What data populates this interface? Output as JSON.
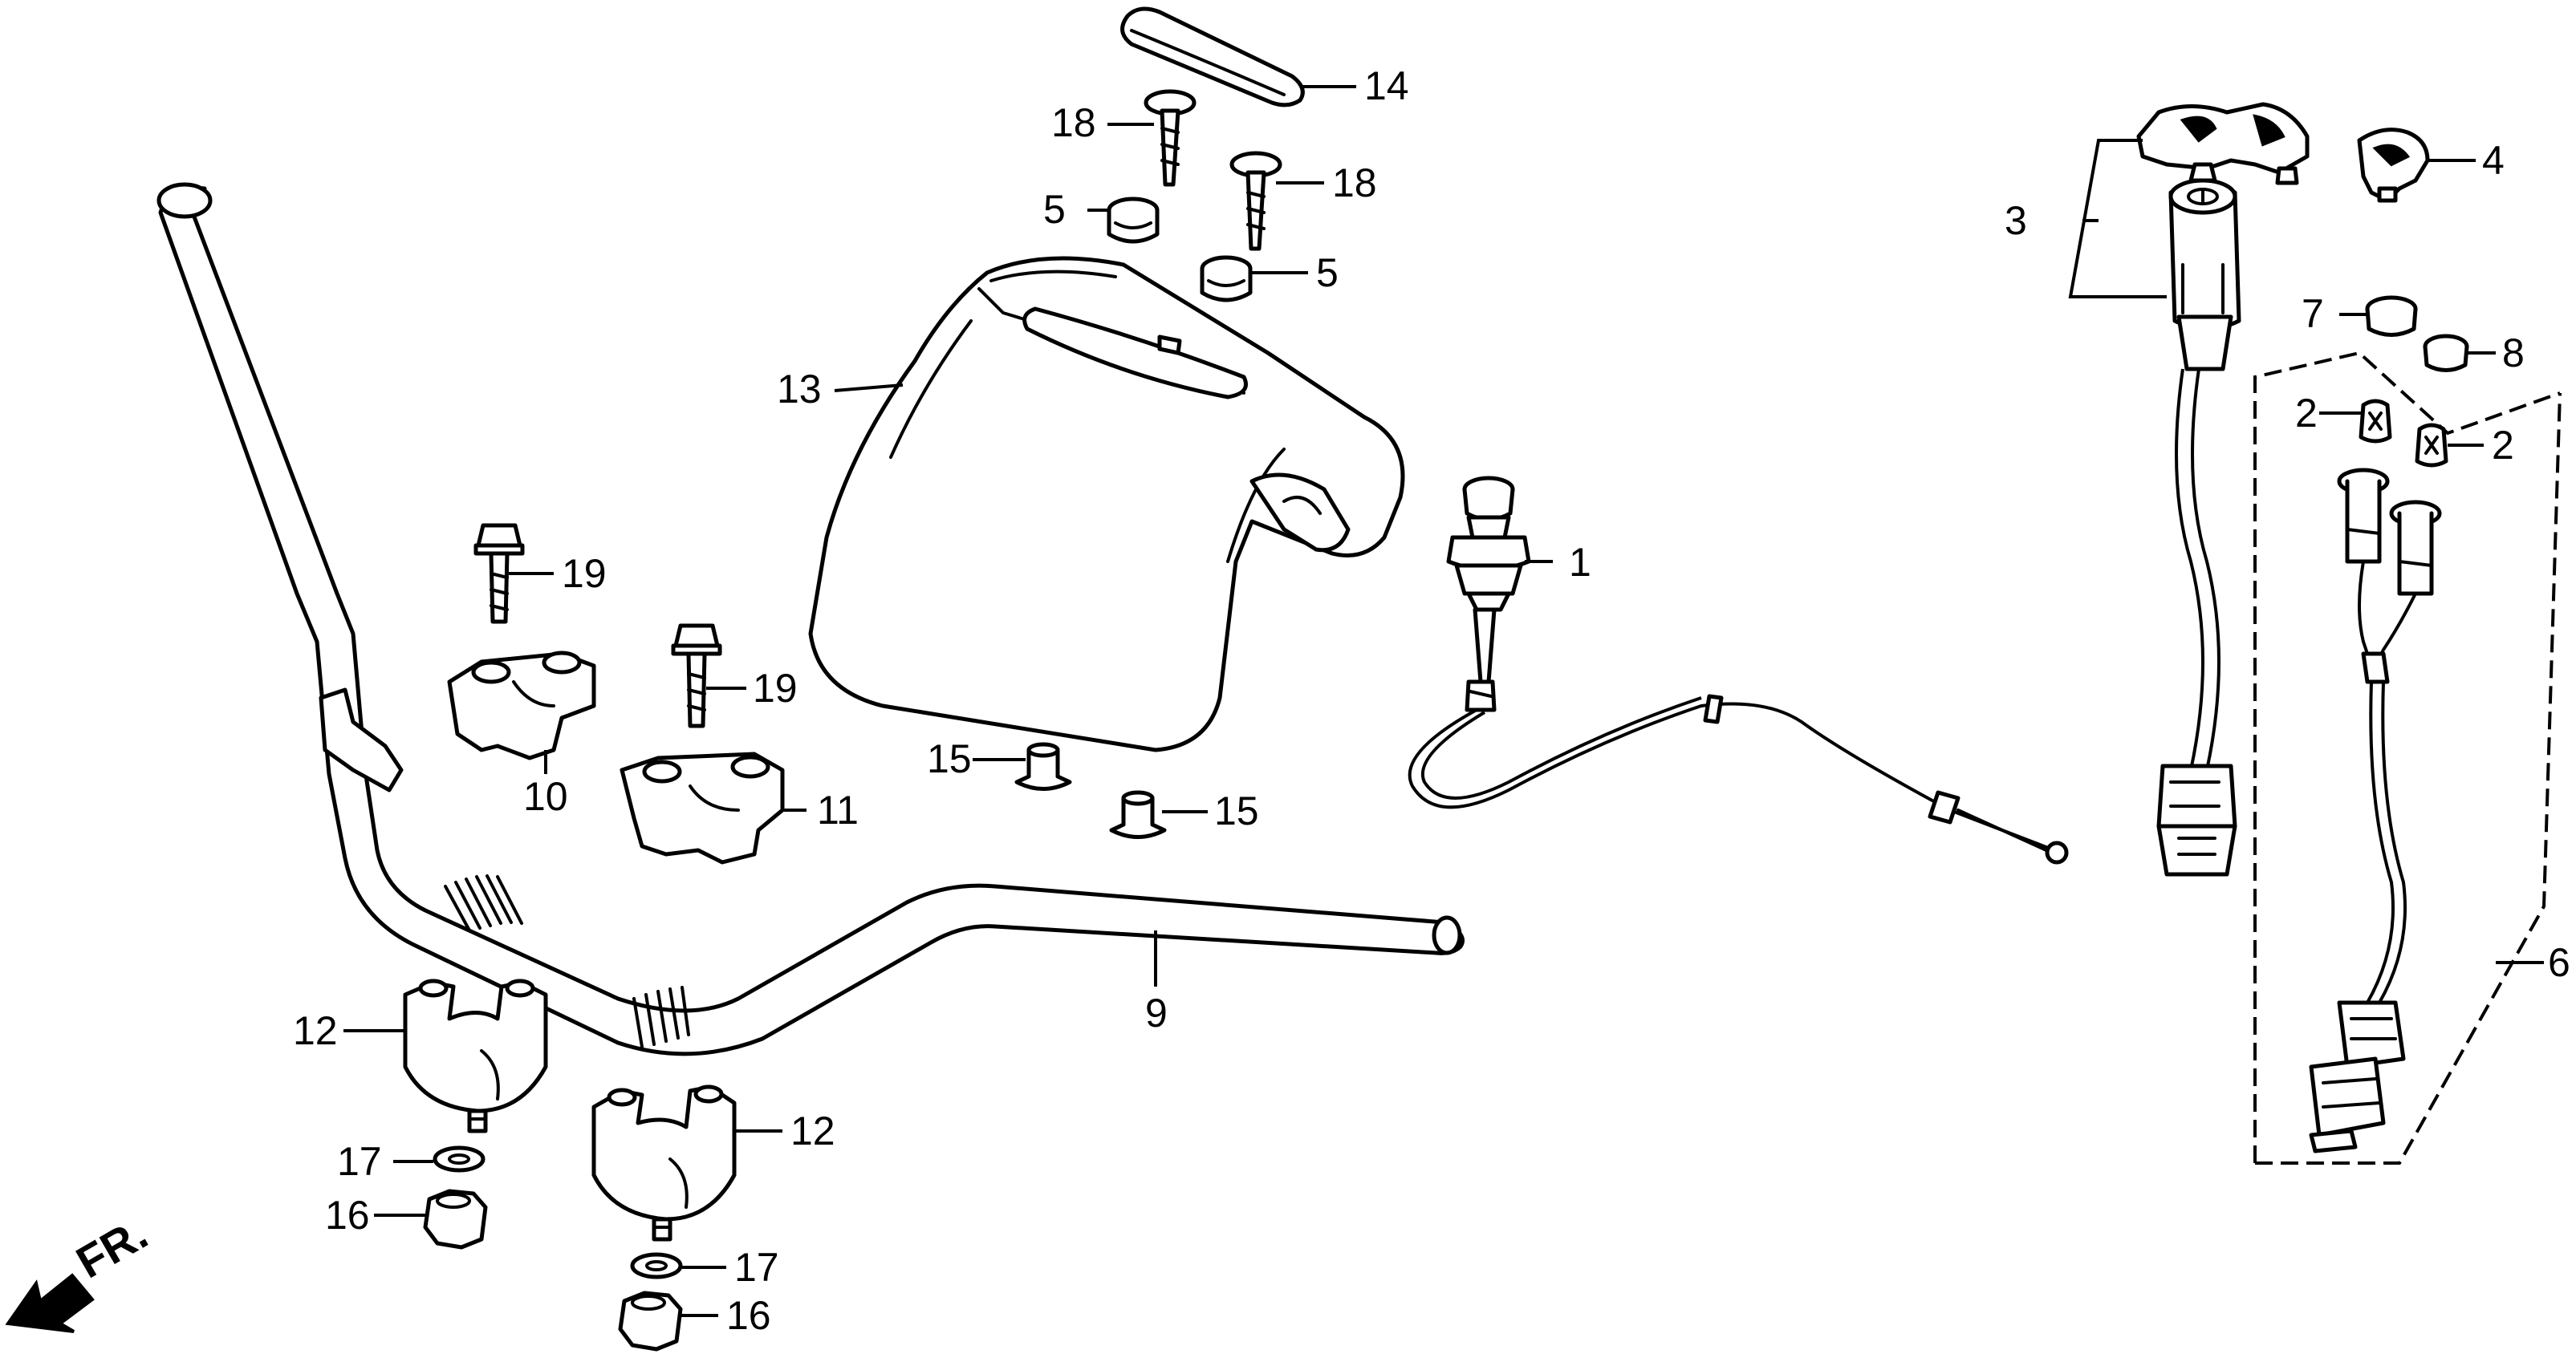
{
  "callouts": {
    "c1": "1",
    "c2a": "2",
    "c2b": "2",
    "c3": "3",
    "c4": "4",
    "c5a": "5",
    "c5b": "5",
    "c6": "6",
    "c7": "7",
    "c8": "8",
    "c9": "9",
    "c10": "10",
    "c11": "11",
    "c12a": "12",
    "c12b": "12",
    "c13": "13",
    "c14": "14",
    "c15a": "15",
    "c15b": "15",
    "c16a": "16",
    "c16b": "16",
    "c17a": "17",
    "c17b": "17",
    "c18a": "18",
    "c18b": "18",
    "c19a": "19",
    "c19b": "19"
  },
  "direction": {
    "label": "FR."
  }
}
